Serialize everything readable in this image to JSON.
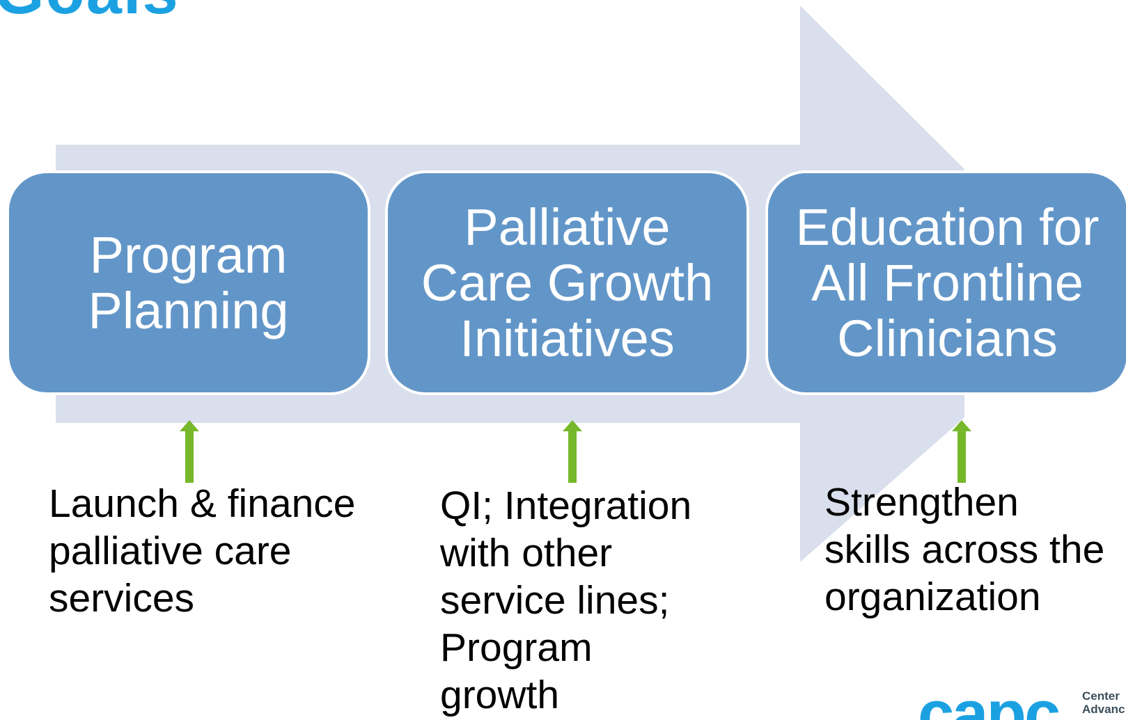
{
  "title_fragment": "Goals",
  "stages": [
    {
      "lines": [
        "Program",
        "Planning"
      ]
    },
    {
      "lines": [
        "Palliative",
        "Care Growth",
        "Initiatives"
      ]
    },
    {
      "lines": [
        "Education for",
        "All Frontline",
        "Clinicians"
      ]
    }
  ],
  "descriptions": [
    {
      "lines": [
        "Launch & finance",
        "palliative care",
        "services"
      ]
    },
    {
      "lines": [
        "QI; Integration",
        "with other",
        "service lines;",
        "Program",
        "growth"
      ]
    },
    {
      "lines": [
        "Strengthen",
        "skills across the",
        "organization"
      ]
    }
  ],
  "logo": {
    "mark": "capc",
    "text_lines": [
      "Center",
      "Advanc"
    ]
  },
  "colors": {
    "arrow_fill": "#d9dfec",
    "stage_fill": "#6396c8",
    "stage_text": "#ffffff",
    "pointer_arrow": "#76b82a",
    "title": "#1ba1e2",
    "logo": "#1ba1e2"
  }
}
